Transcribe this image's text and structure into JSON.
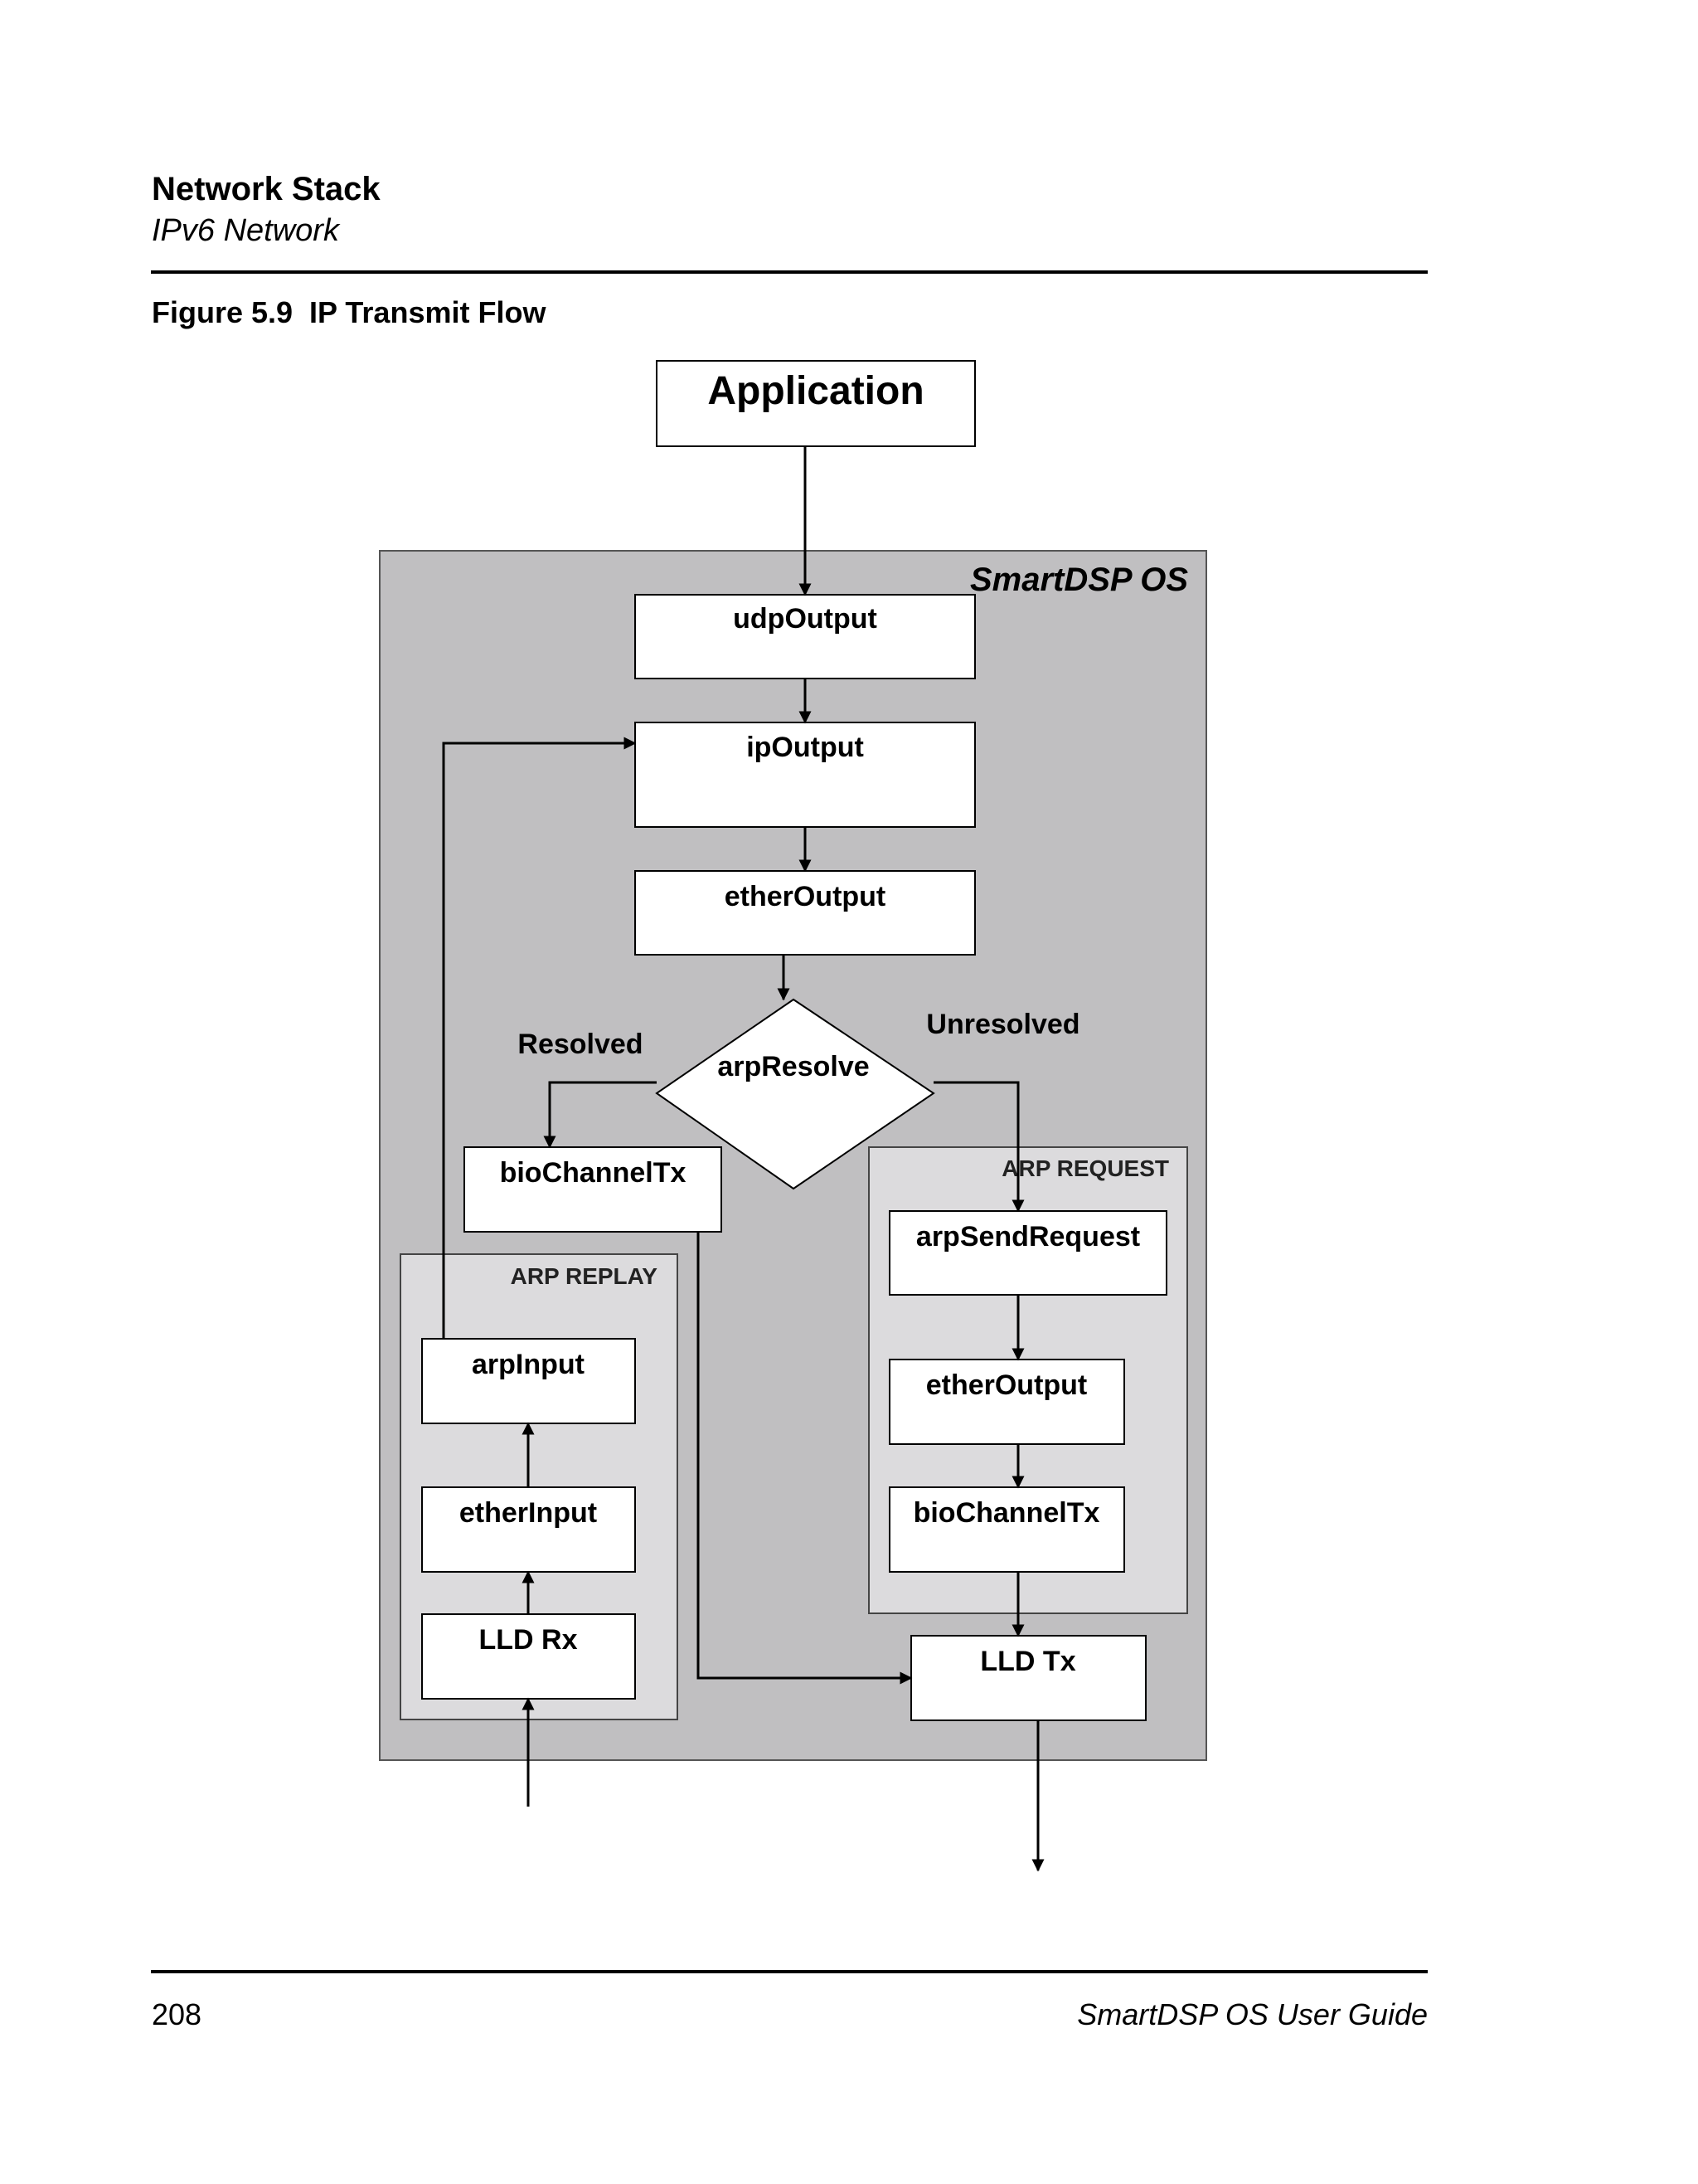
{
  "header": {
    "title": "Network Stack",
    "subtitle": "IPv6 Network"
  },
  "figure": {
    "caption": "Figure 5.9  IP Transmit Flow"
  },
  "diagram": {
    "application": "Application",
    "os_label": "SmartDSP OS",
    "udp_output": "udpOutput",
    "ip_output": "ipOutput",
    "ether_output": "etherOutput",
    "arp_resolve": "arpResolve",
    "resolved": "Resolved",
    "unresolved": "Unresolved",
    "bio_channel_tx": "bioChannelTx",
    "arp_request_group": "ARP REQUEST",
    "arp_send_request": "arpSendRequest",
    "arp_request_ether_output": "etherOutput",
    "arp_request_bio_channel_tx": "bioChannelTx",
    "arp_replay_group": "ARP REPLAY",
    "arp_input": "arpInput",
    "ether_input": "etherInput",
    "lld_rx": "LLD Rx",
    "lld_tx": "LLD Tx"
  },
  "footer": {
    "page_number": "208",
    "guide_title": "SmartDSP OS User Guide"
  },
  "colors": {
    "os_background": "#c0bfc1",
    "group_background": "#dcdbdd",
    "box_background": "#ffffff",
    "line": "#000000"
  }
}
